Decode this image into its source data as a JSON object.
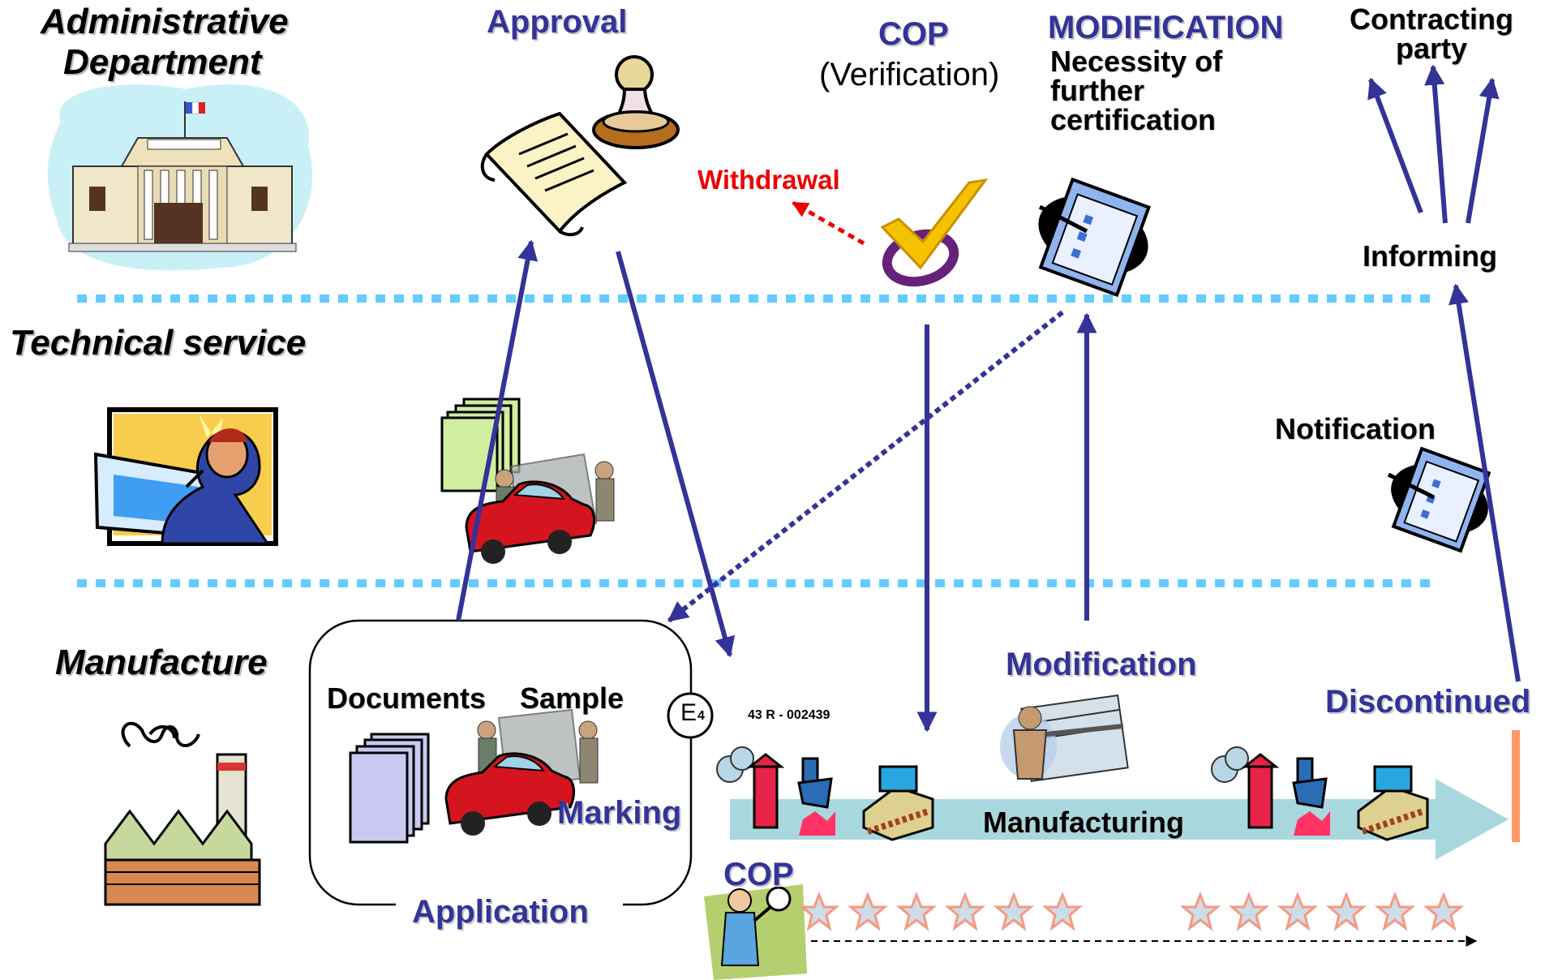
{
  "lanes": {
    "admin": "Administrative Department",
    "admin_line1": "Administrative",
    "admin_line2": "Department",
    "technical": "Technical service",
    "manufacture": "Manufacture"
  },
  "labels": {
    "approval": "Approval",
    "cop_top": "COP",
    "verification": "(Verification)",
    "modification_upper": "MODIFICATION",
    "necessity_line1": "Necessity of",
    "necessity_line2": "further",
    "necessity_line3": "certification",
    "contracting_line1": "Contracting",
    "contracting_line2": "party",
    "withdrawal": "Withdrawal",
    "informing": "Informing",
    "notification": "Notification",
    "documents": "Documents",
    "sample": "Sample",
    "marking": "Marking",
    "application": "Application",
    "approval_mark_circle": "E",
    "approval_mark_country": "4",
    "approval_mark_number": "43 R - 002439",
    "modification_lower": "Modification",
    "discontinued": "Discontinued",
    "manufacturing": "Manufacturing",
    "cop_bottom": "COP"
  },
  "colors": {
    "arrow": "#333399",
    "lane_divider": "#66ccff",
    "withdrawal": "#ee0000",
    "manufacturing_band": "#a8d8dd",
    "end_bar": "#ff9966",
    "star_fill": "#ccdde8",
    "star_stroke": "#f59a80"
  },
  "icons": [
    "courthouse-icon",
    "stamp-icon",
    "scroll-icon",
    "checkmark-icon",
    "clipboard-icon",
    "drafter-icon",
    "documents-stack-icon",
    "car-icon",
    "movers-icon",
    "factory-icon",
    "worker-icon",
    "production-line-icon",
    "inspector-icon",
    "star-icon"
  ]
}
